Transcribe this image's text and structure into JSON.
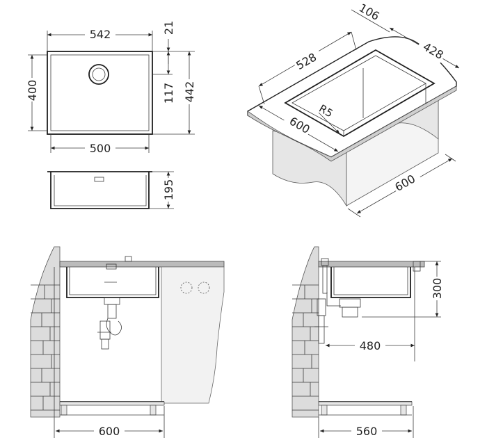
{
  "top_view": {
    "width_outer": "542",
    "width_inner": "500",
    "height_inner": "400",
    "height_outer": "442",
    "drain_offset": "117",
    "rim": "21"
  },
  "side_view": {
    "depth": "195"
  },
  "iso_view": {
    "length": "528",
    "rim_width": "106",
    "depth": "428",
    "front": "600",
    "radius": "R5",
    "cabinet_depth": "600"
  },
  "front_install": {
    "cabinet_width": "600"
  },
  "side_install": {
    "cabinet_depth": "560",
    "drain_width": "480",
    "drain_height": "300"
  }
}
